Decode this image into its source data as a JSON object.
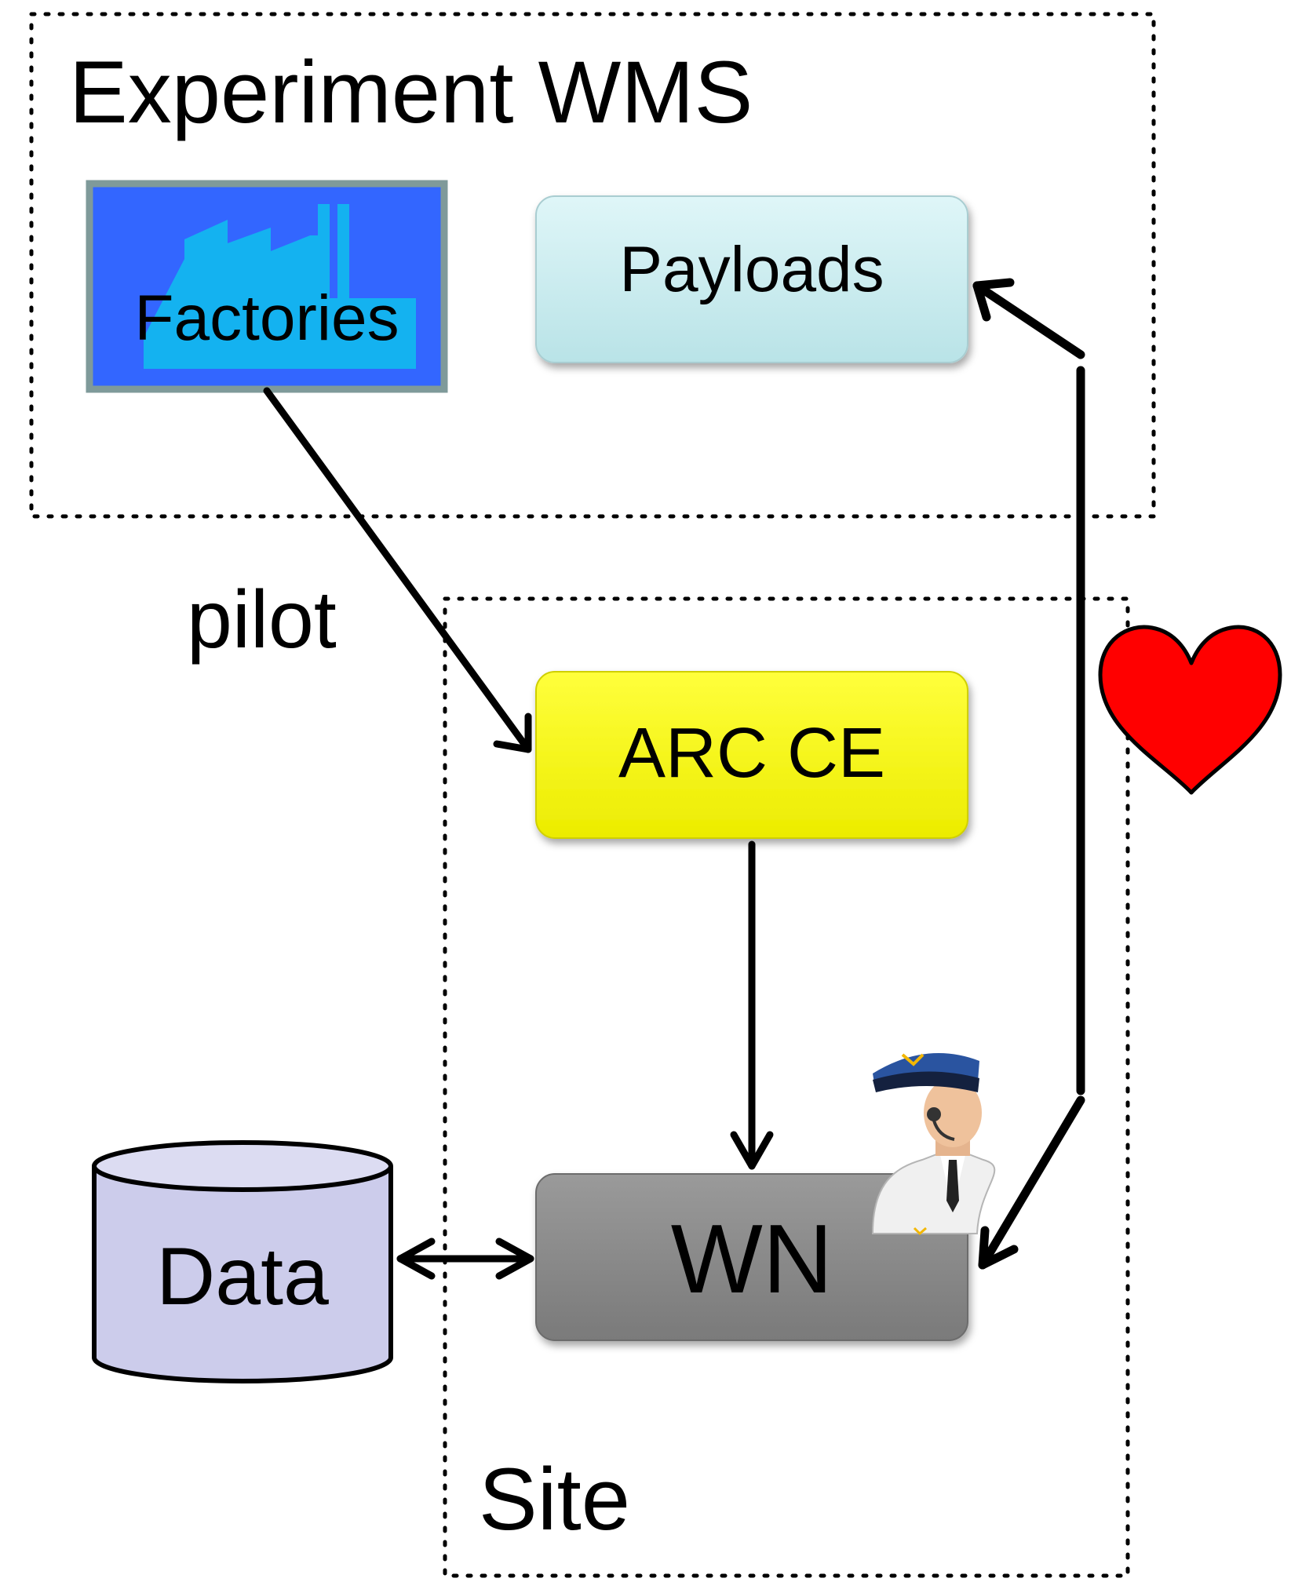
{
  "regions": {
    "experiment_wms": "Experiment WMS",
    "site": "Site"
  },
  "nodes": {
    "factories": "Factories",
    "payloads": "Payloads",
    "arc_ce": "ARC CE",
    "wn": "WN",
    "data": "Data"
  },
  "edges": {
    "pilot": "pilot"
  },
  "icons": {
    "factory": "factory-icon",
    "heart": "heart-icon",
    "pilot": "pilot-icon"
  },
  "colors": {
    "factories_fill": "#3366ff",
    "factories_border": "#7f9a9a",
    "factory_silhouette": "#14b2f0",
    "payloads_fill": "#c6ecef",
    "arc_ce_fill": "#ffff00",
    "wn_fill": "#8a8a8a",
    "data_fill": "#cccceb",
    "heart": "#ff0000"
  }
}
